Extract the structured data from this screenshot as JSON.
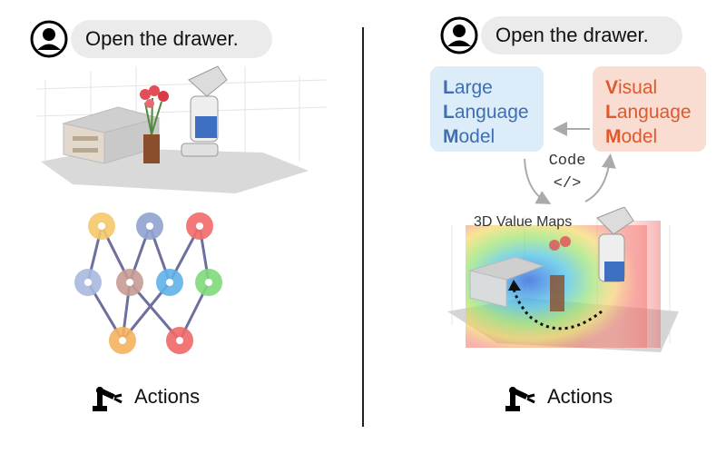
{
  "left_panel": {
    "instruction": "Open the drawer.",
    "actions_label": "Actions"
  },
  "right_panel": {
    "instruction": "Open the drawer.",
    "llm": {
      "lines": [
        {
          "first": "L",
          "rest": "arge"
        },
        {
          "first": "L",
          "rest": "anguage"
        },
        {
          "first": "M",
          "rest": "odel"
        }
      ]
    },
    "vlm": {
      "lines": [
        {
          "first": "V",
          "rest": "isual"
        },
        {
          "first": "L",
          "rest": "anguage"
        },
        {
          "first": "M",
          "rest": "odel"
        }
      ]
    },
    "code_label": "Code",
    "code_symbol": "</>",
    "value_maps_label": "3D Value Maps",
    "actions_label": "Actions"
  },
  "colors": {
    "llm_text": "#3f6fb3",
    "vlm_text": "#e0582c",
    "node_colors": [
      "#f5c86a",
      "#8fa3cf",
      "#f26a6a",
      "#a8b9df",
      "#c79b93",
      "#5fb2e8",
      "#7fd97a",
      "#f5b25e",
      "#f06767"
    ]
  }
}
